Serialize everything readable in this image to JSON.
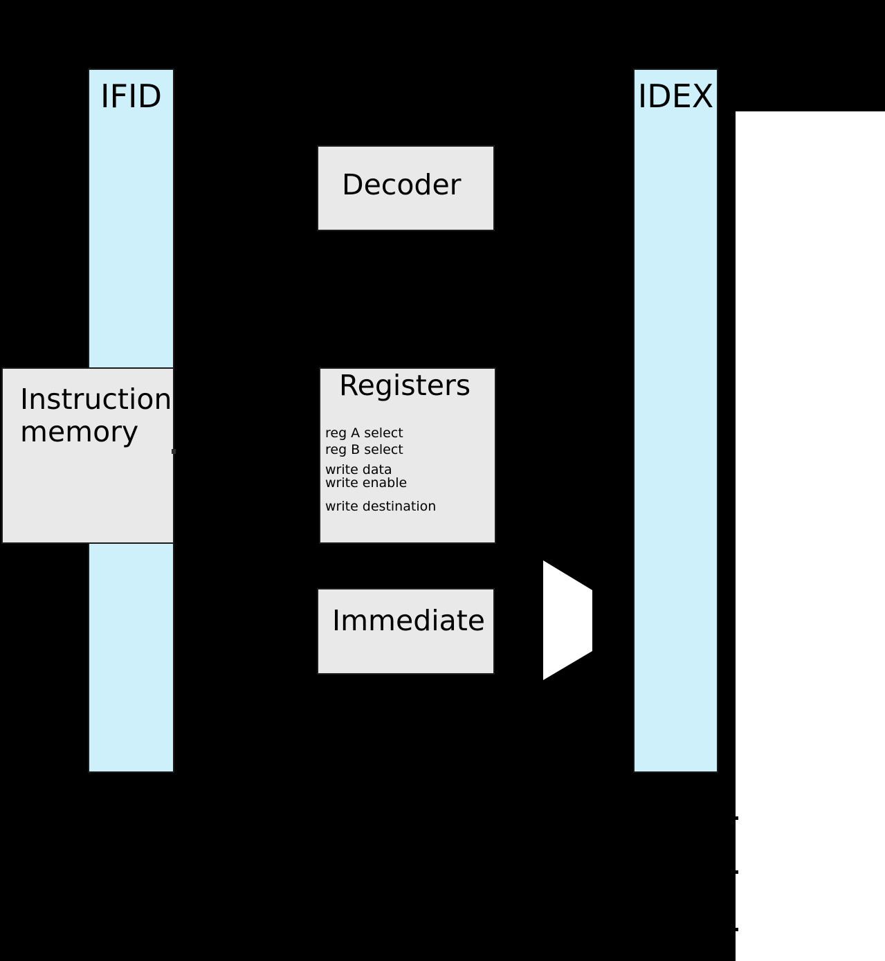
{
  "pipeline_registers": {
    "ifid": {
      "label": "IFID"
    },
    "idex": {
      "label": "IDEX"
    }
  },
  "blocks": {
    "instruction_memory": {
      "label": "Instruction memory"
    },
    "decoder": {
      "label": "Decoder"
    },
    "registers": {
      "title": "Registers",
      "ports": [
        {
          "label": "reg A select"
        },
        {
          "label": "reg B select"
        },
        {
          "label": "write data"
        },
        {
          "label": "write enable"
        },
        {
          "label": "write destination"
        }
      ]
    },
    "immediate": {
      "label": "Immediate"
    }
  },
  "shapes": {
    "mux": "mux-trapezoid",
    "white_panel": "unobscured-diagram-panel",
    "wire_stubs_count": 3
  },
  "colors": {
    "background": "#000000",
    "pipeline_register_fill": "#cdf0fb",
    "block_fill": "#e9e9e9",
    "panel_fill": "#ffffff",
    "border": "#1a1a1a",
    "text": "#000000"
  }
}
